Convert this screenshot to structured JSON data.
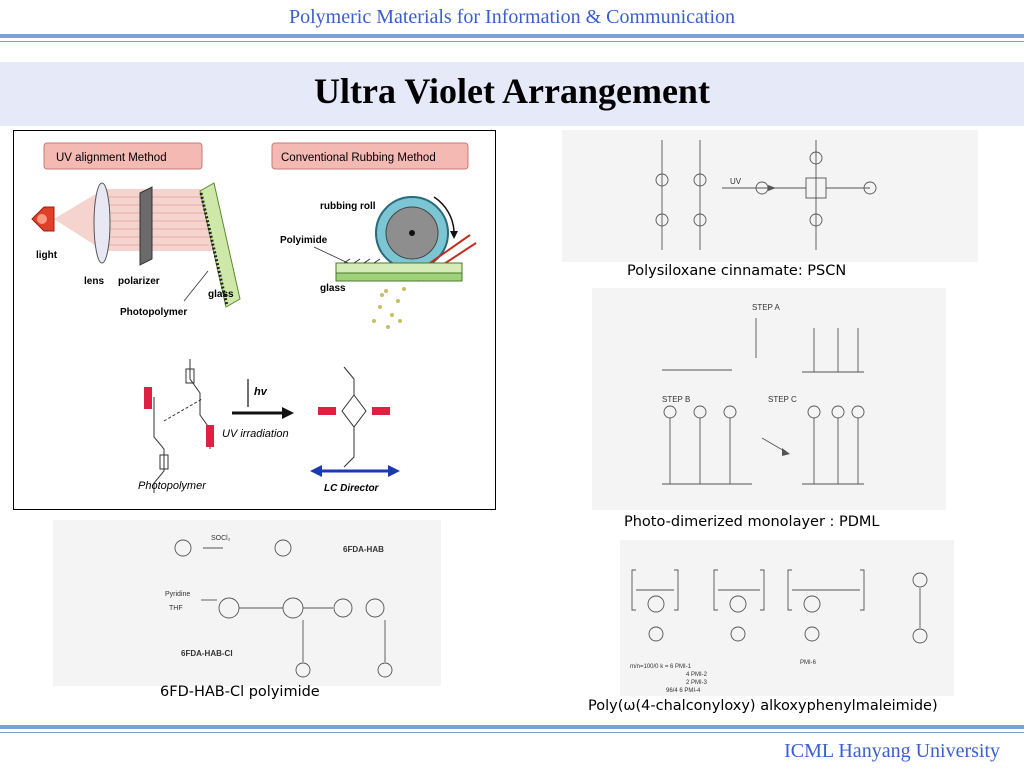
{
  "header": {
    "title": "Polymeric Materials for Information & Communication"
  },
  "slide": {
    "title": "Ultra Violet Arrangement"
  },
  "figure": {
    "uv_method_label": "UV alignment Method",
    "rubbing_method_label": "Conventional Rubbing Method",
    "light": "light",
    "lens": "lens",
    "polarizer": "polarizer",
    "glass_left": "glass",
    "photopolymer_top": "Photopolymer",
    "rubbing_roll": "rubbing roll",
    "polyimide": "Polyimide",
    "glass_right": "glass",
    "hv": "hv",
    "uv_irradiation": "UV irradiation",
    "photopolymer_bottom": "Photopolymer",
    "lc_director": "LC Director"
  },
  "captions": {
    "pscn": "Polysiloxane cinnamate: PSCN",
    "pdml": "Photo-dimerized monolayer : PDML",
    "sixfda": "6FD-HAB-Cl polyimide",
    "pmi": "Poly(ω(4-chalconyloxy) alkoxyphenylmaleimide)"
  },
  "scans": {
    "uv_label": "UV",
    "step_a": "STEP A",
    "step_b": "STEP B",
    "step_c": "STEP C",
    "socl2": "SOCl₂",
    "sixfda_hab": "6FDA-HAB",
    "pyridine": "Pyridine",
    "thf": "THF",
    "sixfda_hab_ci": "6FDA-HAB-CI",
    "pmi_ratios": [
      "m/n=100/0 k = 6   PMI-1",
      "4   PMI-2",
      "2   PMI-3",
      "96/4   6   PMI-4"
    ],
    "pmi6": "PMI-6"
  },
  "footer": {
    "title": "ICML Hanyang University"
  }
}
